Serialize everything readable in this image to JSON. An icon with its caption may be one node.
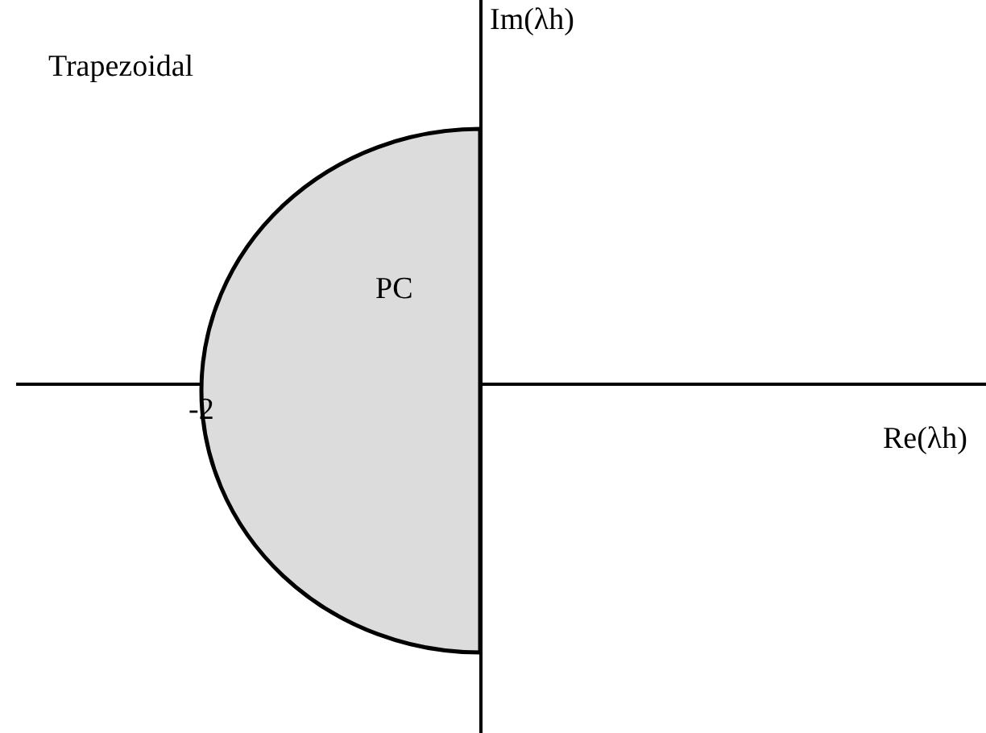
{
  "diagram": {
    "nodes": [
      {
        "text": [
          "PC"
        ]
      }
    ],
    "labels": [
      "Trapezoidal",
      "Im(λh)",
      "-2",
      "Re(λh)"
    ]
  }
}
